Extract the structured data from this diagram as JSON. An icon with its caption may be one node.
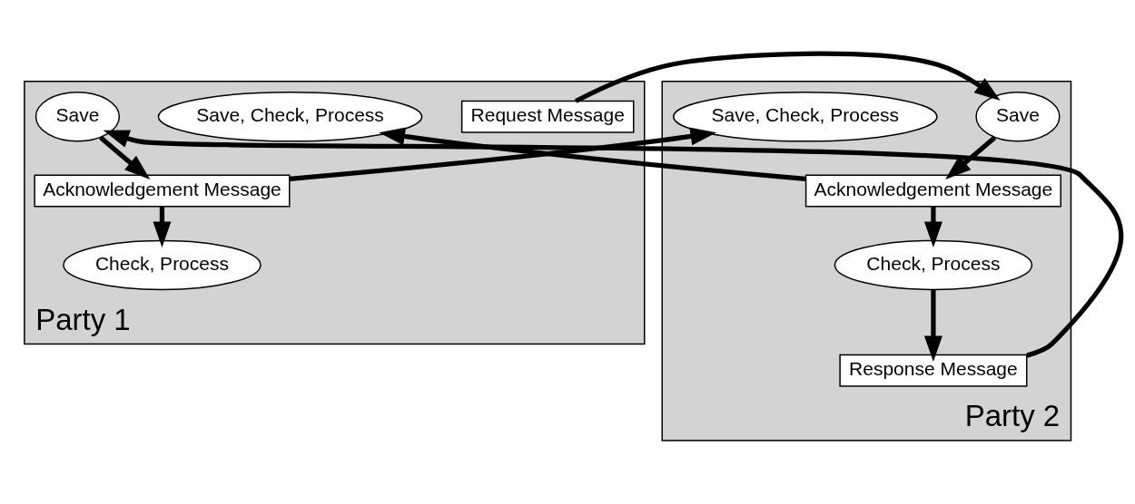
{
  "diagram": {
    "nodes": [
      {
        "text": [
          "Party 1"
        ]
      },
      {
        "text": [
          "Request Message"
        ],
        "in": 0
      },
      {
        "text": [
          "Save, Check, Process"
        ],
        "in": 0
      },
      {
        "text": [
          "Save"
        ],
        "in": 0
      },
      {
        "text": [
          "Acknowledgement Message"
        ],
        "in": 0
      },
      {
        "text": [
          "Check, Process"
        ],
        "in": 0
      },
      {
        "text": [
          "Party 2"
        ]
      },
      {
        "text": [
          "Save"
        ],
        "in": 6
      },
      {
        "text": [
          "Acknowledgement Message"
        ],
        "in": 6
      },
      {
        "text": [
          "Check, Process"
        ],
        "in": 6
      },
      {
        "text": [
          "Response Message"
        ],
        "in": 6
      },
      {
        "text": [
          "Save, Check, Process"
        ],
        "in": 6
      }
    ],
    "edges": [
      {
        "from": 1,
        "to": 7,
        "arrow": "to"
      },
      {
        "from": 7,
        "to": 8,
        "arrow": "to"
      },
      {
        "from": 8,
        "to": 2,
        "arrow": "to"
      },
      {
        "from": 8,
        "to": 9,
        "arrow": "to"
      },
      {
        "from": 9,
        "to": 10,
        "arrow": "to"
      },
      {
        "from": 10,
        "to": 3,
        "arrow": "to"
      },
      {
        "from": 3,
        "to": 4,
        "arrow": "to"
      },
      {
        "from": 4,
        "to": 11,
        "arrow": "to"
      },
      {
        "from": 4,
        "to": 5,
        "arrow": "to"
      }
    ]
  }
}
